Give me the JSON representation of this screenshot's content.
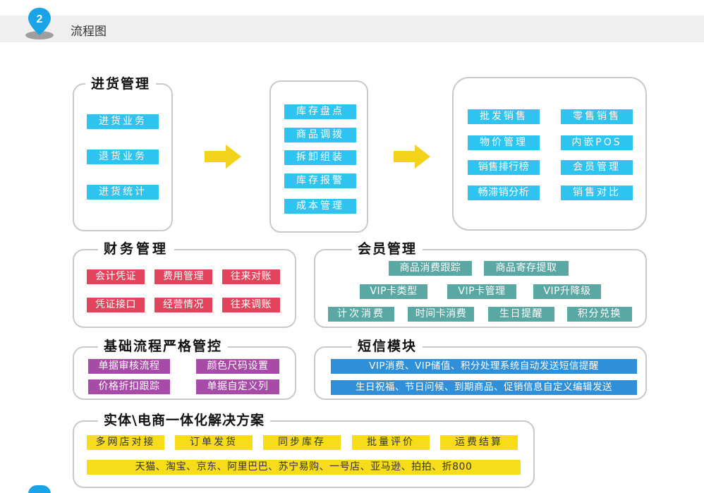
{
  "header": {
    "step_number": "2",
    "title": "流程图"
  },
  "colors": {
    "cyan": "#2fc3f0",
    "red": "#e2445c",
    "teal": "#5aa8a3",
    "purple": "#a84aa8",
    "blue": "#2f8fd8",
    "yellow": "#f7dc1a",
    "arrow": "#f2d21a",
    "pin": "#1aa3e6"
  },
  "purchase": {
    "title": "进货管理",
    "items": [
      "进货业务",
      "退货业务",
      "进货统计"
    ]
  },
  "inventory": {
    "items": [
      "库存盘点",
      "商品调拨",
      "拆卸组装",
      "库存报警",
      "成本管理"
    ]
  },
  "sales": {
    "items": [
      "批发销售",
      "零售销售",
      "物价管理",
      "内嵌POS",
      "销售排行榜",
      "会员管理",
      "畅滞销分析",
      "销售对比"
    ]
  },
  "finance": {
    "title": "财务管理",
    "items": [
      "会计凭证",
      "费用管理",
      "往来对账",
      "凭证接口",
      "经营情况",
      "往来调账"
    ]
  },
  "member": {
    "title": "会员管理",
    "items": [
      "商品消费跟踪",
      "商品寄存提取",
      "VIP卡类型",
      "VIP卡管理",
      "VIP升降级",
      "计次消费",
      "时间卡消费",
      "生日提醒",
      "积分兑换"
    ]
  },
  "control": {
    "title": "基础流程严格管控",
    "items": [
      "单据审核流程",
      "颜色尺码设置",
      "价格折扣跟踪",
      "单据自定义列"
    ]
  },
  "sms": {
    "title": "短信模块",
    "items": [
      "VIP消费、VIP储值、积分处理系统自动发送短信提醒",
      "生日祝福、节日问候、到期商品、促销信息自定义编辑发送"
    ]
  },
  "ecommerce": {
    "title": "实体\\电商一体化解决方案",
    "items": [
      "多网店对接",
      "订单发货",
      "同步库存",
      "批量评价",
      "运费结算",
      "天猫、淘宝、京东、阿里巴巴、苏宁易购、一号店、亚马逊、拍拍、折800"
    ]
  }
}
